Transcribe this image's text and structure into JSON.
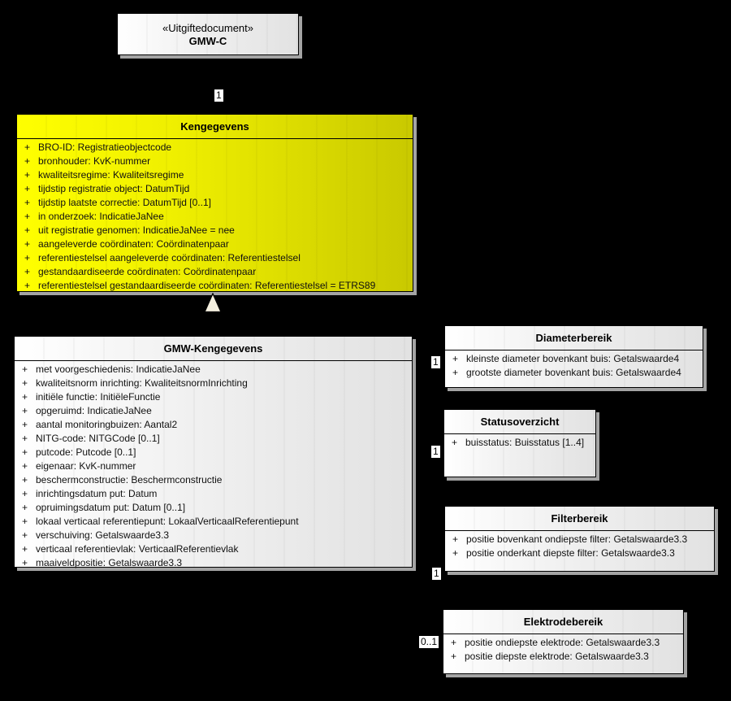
{
  "colors": {
    "background": "#000000",
    "border": "#000000",
    "shadow": "#a4a4a4",
    "class_fill_start": "#ffffff",
    "class_fill_end": "#e2e2e2",
    "highlight_fill_start": "#ffff00",
    "highlight_fill_end": "#c9c900",
    "arrow_fill": "#f4efdf"
  },
  "top_box": {
    "stereotype": "«Uitgiftedocument»",
    "name": "GMW-C"
  },
  "visibility": "+",
  "classes": {
    "kengegevens": {
      "title": "Kengegevens",
      "attrs": [
        "BRO-ID: Registratieobjectcode",
        "bronhouder: KvK-nummer",
        "kwaliteitsregime: Kwaliteitsregime",
        "tijdstip registratie object: DatumTijd",
        "tijdstip laatste correctie: DatumTijd [0..1]",
        "in onderzoek: IndicatieJaNee",
        "uit registratie genomen: IndicatieJaNee = nee",
        "aangeleverde coördinaten: Coördinatenpaar",
        "referentiestelsel aangeleverde coördinaten: Referentiestelsel",
        "gestandaardiseerde coördinaten: Coördinatenpaar",
        "referentiestelsel gestandaardiseerde coördinaten: Referentiestelsel = ETRS89"
      ]
    },
    "gmw_kengegevens": {
      "title": "GMW-Kengegevens",
      "attrs": [
        "met voorgeschiedenis: IndicatieJaNee",
        "kwaliteitsnorm inrichting: KwaliteitsnormInrichting",
        "initiële functie: InitiëleFunctie",
        "opgeruimd: IndicatieJaNee",
        "aantal monitoringbuizen: Aantal2",
        "NITG-code: NITGCode [0..1]",
        "putcode: Putcode [0..1]",
        "eigenaar: KvK-nummer",
        "beschermconstructie: Beschermconstructie",
        "inrichtingsdatum put: Datum",
        "opruimingsdatum put: Datum [0..1]",
        "lokaal verticaal referentiepunt: LokaalVerticaalReferentiepunt",
        "verschuiving: Getalswaarde3.3",
        "verticaal referentievlak: VerticaalReferentievlak",
        "maaiveldpositie: Getalswaarde3.3"
      ]
    },
    "diameterbereik": {
      "title": "Diameterbereik",
      "attrs": [
        "kleinste diameter bovenkant buis: Getalswaarde4",
        "grootste diameter bovenkant buis: Getalswaarde4"
      ]
    },
    "statusoverzicht": {
      "title": "Statusoverzicht",
      "attrs": [
        "buisstatus: Buisstatus [1..4]"
      ]
    },
    "filterbereik": {
      "title": "Filterbereik",
      "attrs": [
        "positie bovenkant ondiepste filter: Getalswaarde3.3",
        "positie onderkant diepste filter: Getalswaarde3.3"
      ]
    },
    "elektrodebereik": {
      "title": "Elektrodebereik",
      "attrs": [
        "positie ondiepste elektrode: Getalswaarde3.3",
        "positie diepste elektrode: Getalswaarde3.3"
      ]
    }
  },
  "multiplicities": {
    "uitgiftedocument_kengegevens": "1",
    "diameterbereik": "1",
    "statusoverzicht": "1",
    "filterbereik": "1",
    "elektrodebereik": "0..1"
  }
}
